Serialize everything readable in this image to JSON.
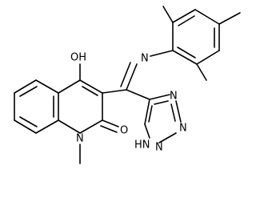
{
  "molecule": {
    "labels": {
      "hydroxyl": "OH",
      "imine_n": "N",
      "tetrazole_n1": "N",
      "tetrazole_n2": "N",
      "tetrazole_n3": "N",
      "tetrazole_nh": "HN",
      "ring_n": "N",
      "carbonyl_o": "O"
    }
  }
}
